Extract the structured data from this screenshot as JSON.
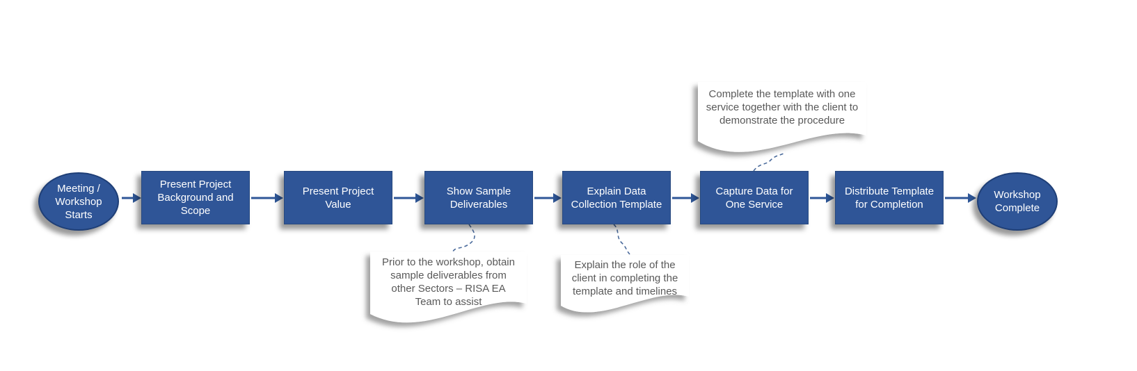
{
  "diagram": {
    "type": "flowchart",
    "direction": "left-to-right",
    "nodes": [
      {
        "id": "start",
        "shape": "terminator",
        "label": "Meeting /\nWorkshop\nStarts"
      },
      {
        "id": "step-1",
        "shape": "process",
        "label": "Present Project\nBackground and\nScope"
      },
      {
        "id": "step-2",
        "shape": "process",
        "label": "Present Project\nValue"
      },
      {
        "id": "step-3",
        "shape": "process",
        "label": "Show Sample\nDeliverables"
      },
      {
        "id": "step-4",
        "shape": "process",
        "label": "Explain Data\nCollection Template"
      },
      {
        "id": "step-5",
        "shape": "process",
        "label": "Capture Data for\nOne Service"
      },
      {
        "id": "step-6",
        "shape": "process",
        "label": "Distribute Template\nfor Completion"
      },
      {
        "id": "end",
        "shape": "terminator",
        "label": "Workshop\nComplete"
      }
    ],
    "flow": [
      "start",
      "step-1",
      "step-2",
      "step-3",
      "step-4",
      "step-5",
      "step-6",
      "end"
    ],
    "callouts": [
      {
        "id": "note-top",
        "connects_to": "step-5",
        "label": "Complete the template with one\nservice together with the client to\ndemonstrate the procedure"
      },
      {
        "id": "note-bottom-left",
        "connects_to": "step-3",
        "label": "Prior to the workshop, obtain\nsample deliverables from\nother Sectors – RISA EA\nTeam to assist"
      },
      {
        "id": "note-bottom-middle",
        "connects_to": "step-4",
        "label": "Explain the role of the\nclient in completing the\ntemplate and timelines"
      }
    ],
    "colors": {
      "node_fill": "#2F5597",
      "node_border": "#1F3F77",
      "node_text": "#FFFFFF",
      "arrow": "#2E5697",
      "callout_text": "#595959",
      "callout_fill": "#FFFFFF",
      "connector_dash": "#4A6A9B",
      "background": "#FFFFFF"
    }
  }
}
